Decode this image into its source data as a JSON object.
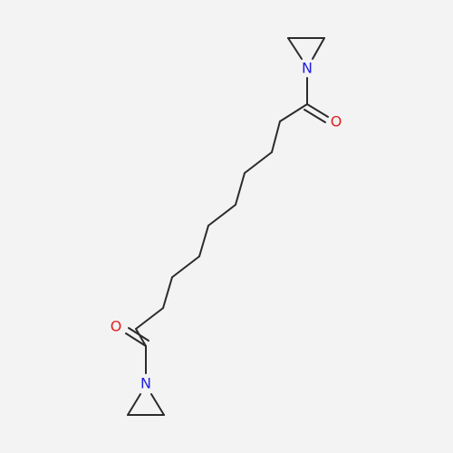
{
  "colors": {
    "background": "#f3f3f3",
    "bond": "#2b2b2b",
    "nitrogen": "#1f1fe0",
    "oxygen": "#e01f1f"
  },
  "atoms": [
    {
      "id": "n1",
      "symbol": "N",
      "element": "nitrogen"
    },
    {
      "id": "o1",
      "symbol": "O",
      "element": "oxygen"
    },
    {
      "id": "o2",
      "symbol": "O",
      "element": "oxygen"
    },
    {
      "id": "n2",
      "symbol": "N",
      "element": "nitrogen"
    }
  ]
}
